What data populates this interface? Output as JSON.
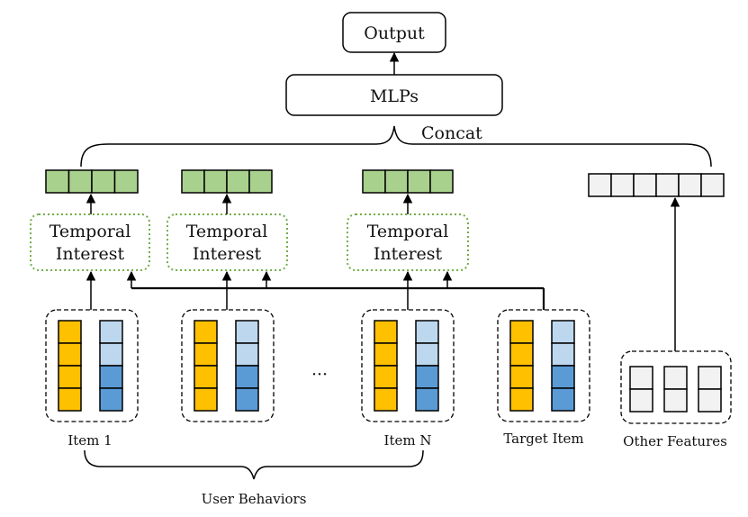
{
  "labels": {
    "output": "Output",
    "mlps": "MLPs",
    "concat": "Concat",
    "temporal_line1": "Temporal",
    "temporal_line2": "Interest",
    "ellipsis": "···",
    "item1": "Item 1",
    "itemN": "Item N",
    "target_item": "Target Item",
    "other_features": "Other Features",
    "user_behaviors": "User Behaviors"
  },
  "colors": {
    "green": "#A9D18E",
    "yellow": "#FFC000",
    "light_blue": "#BDD7EE",
    "blue": "#5B9BD5",
    "gray": "#F2F2F2",
    "dotted_green": "#70AD47",
    "stroke": "#000000"
  }
}
